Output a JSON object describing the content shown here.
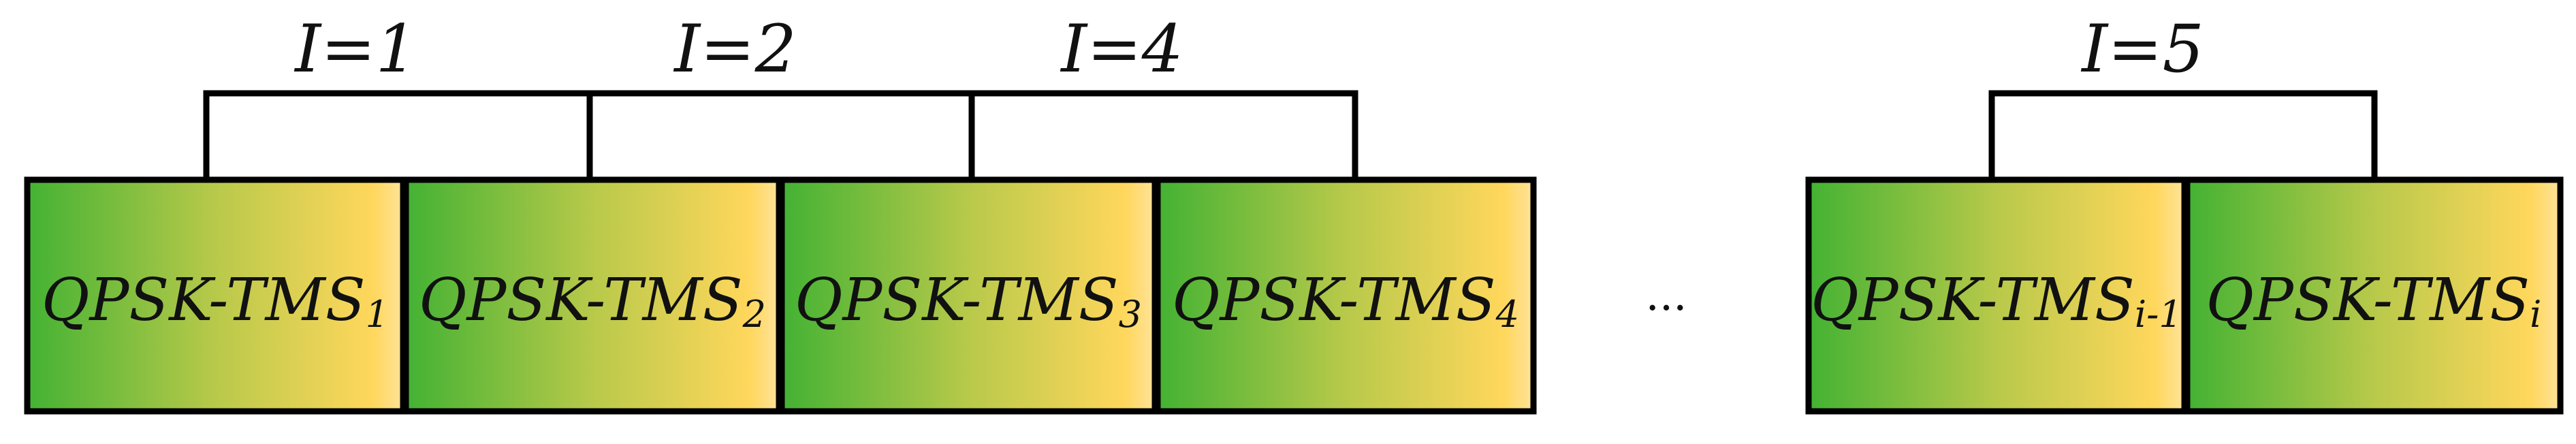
{
  "colors": {
    "gradient_start": "#43b233",
    "gradient_mid": "#b8c94a",
    "gradient_end": "#ffd75c",
    "right_edge": "#ffe39a",
    "stroke": "#000000"
  },
  "boxes": [
    {
      "name": "QPSK-TMS",
      "sub": "1"
    },
    {
      "name": "QPSK-TMS",
      "sub": "2"
    },
    {
      "name": "QPSK-TMS",
      "sub": "3"
    },
    {
      "name": "QPSK-TMS",
      "sub": "4"
    },
    {
      "name": "QPSK-TMS",
      "sub": "i-1"
    },
    {
      "name": "QPSK-TMS",
      "sub": "i"
    }
  ],
  "brackets": [
    {
      "label": "I=1"
    },
    {
      "label": "I=2"
    },
    {
      "label": "I=4"
    },
    {
      "label": "I=5"
    }
  ],
  "ellipsis": "..."
}
